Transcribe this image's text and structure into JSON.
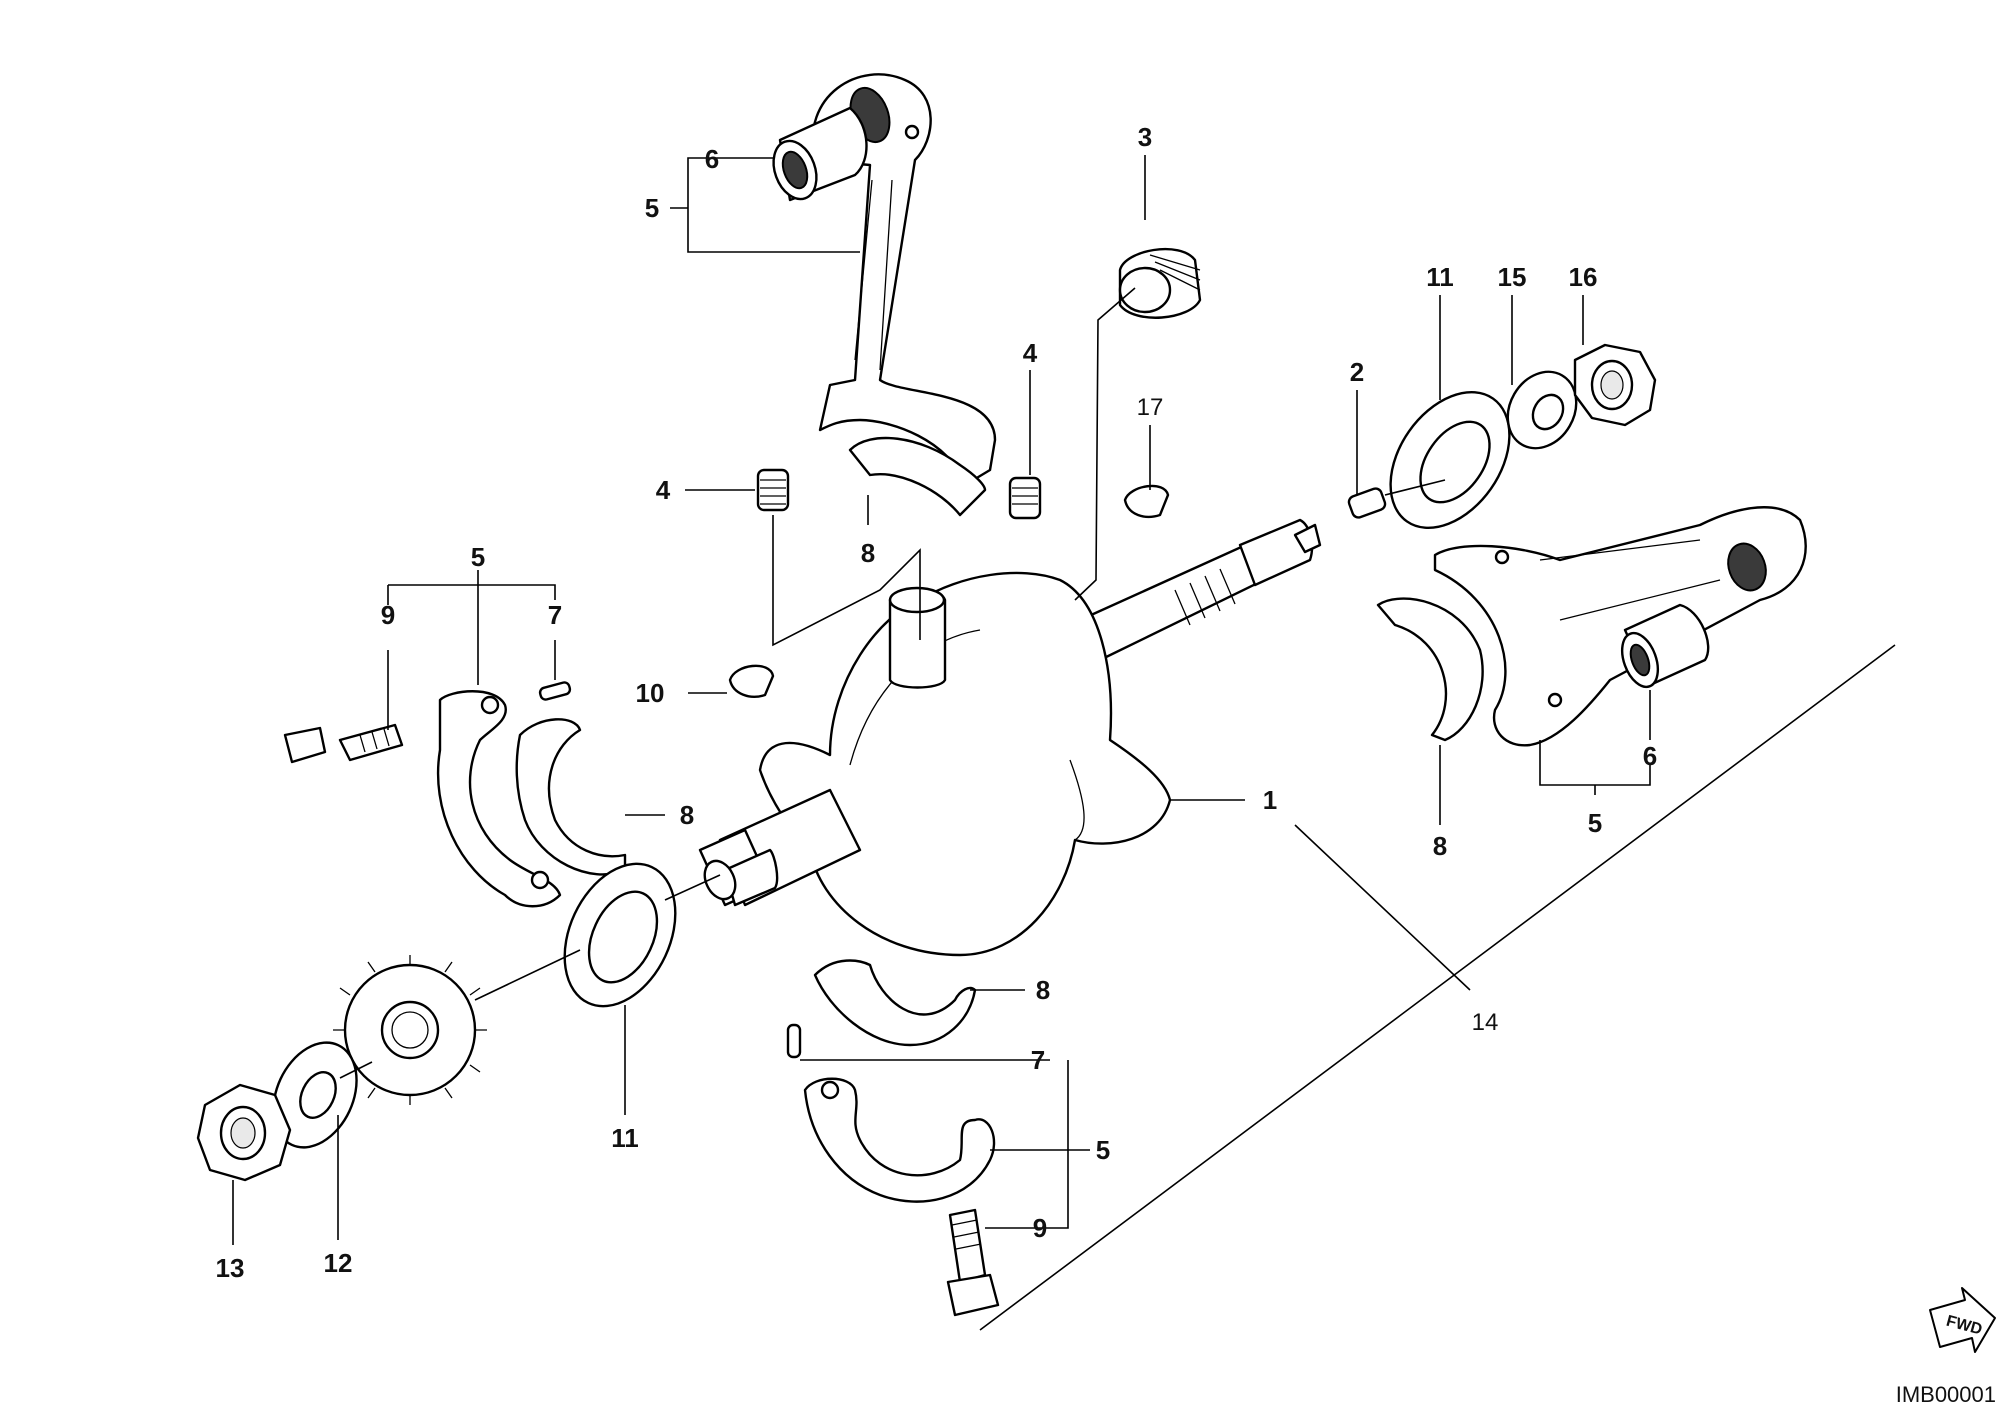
{
  "diagram": {
    "image_code": "IMB00001",
    "fwd_label": "FWD",
    "callouts": {
      "c1": "1",
      "c2": "2",
      "c3": "3",
      "c4a": "4",
      "c4b": "4",
      "c5a": "5",
      "c5b": "5",
      "c5c": "5",
      "c5d": "5",
      "c6a": "6",
      "c6b": "6",
      "c7a": "7",
      "c7b": "7",
      "c8a": "8",
      "c8b": "8",
      "c8c": "8",
      "c8d": "8",
      "c9a": "9",
      "c9b": "9",
      "c10": "10",
      "c11a": "11",
      "c11b": "11",
      "c12": "12",
      "c13": "13",
      "c14": "14",
      "c15": "15",
      "c16": "16",
      "c17": "17"
    }
  }
}
